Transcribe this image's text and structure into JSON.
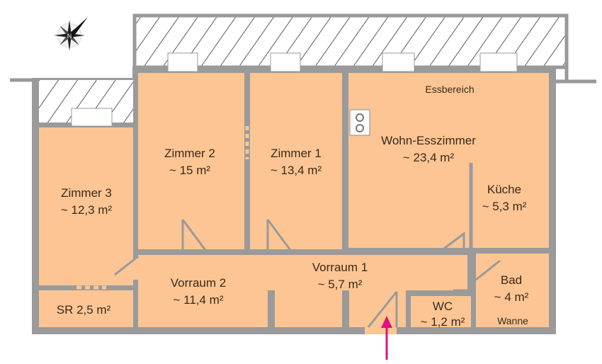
{
  "colors": {
    "room": "#fcc593",
    "wall": "#9a9a9a",
    "arrow": "#e0117f",
    "text": "#3a2a1c"
  },
  "compass": {
    "icon": "compass-rose-icon",
    "label": "N"
  },
  "rooms": {
    "zimmer3": {
      "name": "Zimmer 3",
      "area": "~ 12,3 m²"
    },
    "sr": {
      "name": "SR 2,5 m²"
    },
    "zimmer2": {
      "name": "Zimmer 2",
      "area": "~ 15 m²"
    },
    "zimmer1": {
      "name": "Zimmer 1",
      "area": "~ 13,4 m²"
    },
    "wohn": {
      "name": "Wohn-Esszimmer",
      "area": "~ 23,4 m²",
      "note": "Essbereich"
    },
    "kueche": {
      "name": "Küche",
      "area": "~ 5,3 m²"
    },
    "vorraum2": {
      "name": "Vorraum 2",
      "area": "~ 11,4 m²"
    },
    "vorraum1": {
      "name": "Vorraum 1",
      "area": "~ 5,7 m²"
    },
    "wc": {
      "name": "WC",
      "area": "~ 1,2 m²"
    },
    "bad": {
      "name": "Bad",
      "area": "~ 4 m²",
      "note": "Wanne"
    }
  }
}
